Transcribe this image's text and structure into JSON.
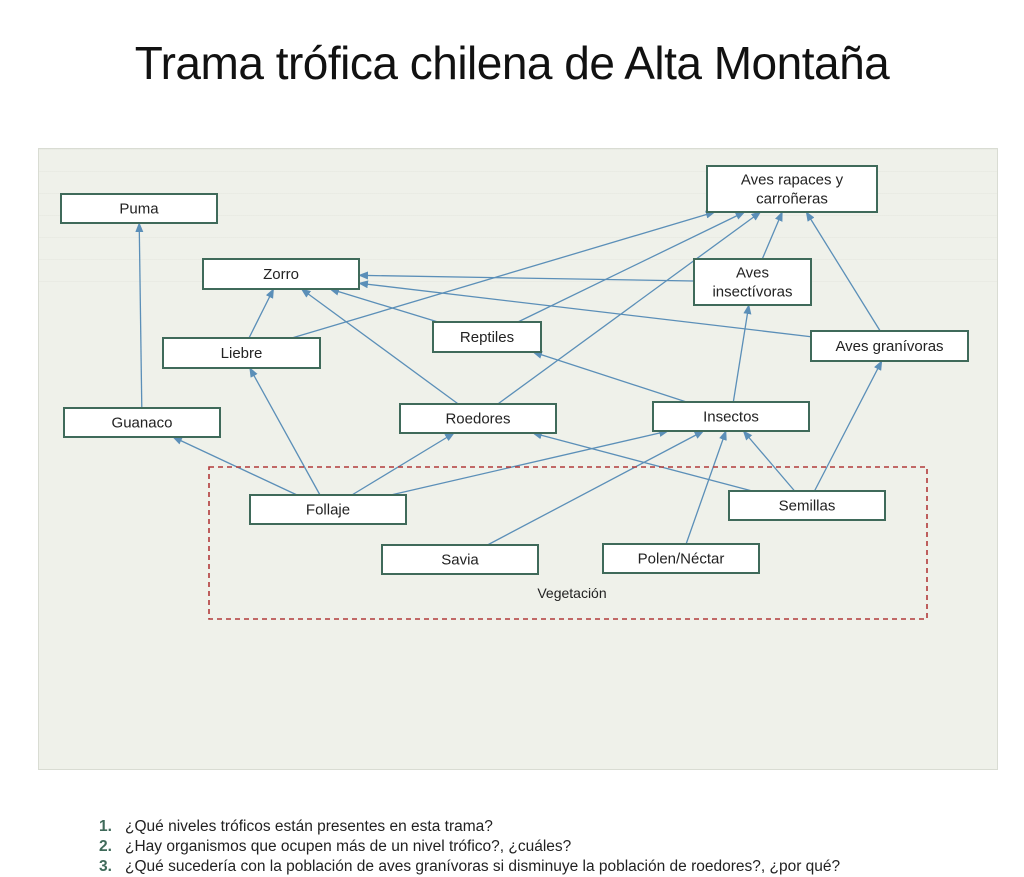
{
  "title": "Trama trófica chilena de Alta Montaña",
  "vegetation_label": "Vegetación",
  "nodes": [
    {
      "id": "puma",
      "label": "Puma"
    },
    {
      "id": "aves_rapaces",
      "label": "Aves rapaces y\ncarroñeras"
    },
    {
      "id": "zorro",
      "label": "Zorro"
    },
    {
      "id": "aves_insect",
      "label": "Aves\ninsectívoras"
    },
    {
      "id": "reptiles",
      "label": "Reptiles"
    },
    {
      "id": "liebre",
      "label": "Liebre"
    },
    {
      "id": "aves_gran",
      "label": "Aves granívoras"
    },
    {
      "id": "guanaco",
      "label": "Guanaco"
    },
    {
      "id": "roedores",
      "label": "Roedores"
    },
    {
      "id": "insectos",
      "label": "Insectos"
    },
    {
      "id": "follaje",
      "label": "Follaje"
    },
    {
      "id": "semillas",
      "label": "Semillas"
    },
    {
      "id": "savia",
      "label": "Savia"
    },
    {
      "id": "polen",
      "label": "Polen/Néctar"
    }
  ],
  "edges": [
    [
      "guanaco",
      "puma"
    ],
    [
      "liebre",
      "zorro"
    ],
    [
      "liebre",
      "aves_rapaces"
    ],
    [
      "roedores",
      "zorro"
    ],
    [
      "roedores",
      "aves_rapaces"
    ],
    [
      "reptiles",
      "zorro"
    ],
    [
      "reptiles",
      "aves_rapaces"
    ],
    [
      "aves_insect",
      "zorro"
    ],
    [
      "aves_insect",
      "aves_rapaces"
    ],
    [
      "aves_gran",
      "zorro"
    ],
    [
      "aves_gran",
      "aves_rapaces"
    ],
    [
      "insectos",
      "reptiles"
    ],
    [
      "insectos",
      "aves_insect"
    ],
    [
      "follaje",
      "liebre"
    ],
    [
      "follaje",
      "guanaco"
    ],
    [
      "follaje",
      "roedores"
    ],
    [
      "follaje",
      "insectos"
    ],
    [
      "semillas",
      "roedores"
    ],
    [
      "semillas",
      "insectos"
    ],
    [
      "semillas",
      "aves_gran"
    ],
    [
      "savia",
      "insectos"
    ],
    [
      "polen",
      "insectos"
    ]
  ],
  "questions": [
    {
      "num": "1.",
      "text": "¿Qué niveles tróficos están presentes en esta trama?"
    },
    {
      "num": "2.",
      "text": "¿Hay organismos que ocupen más de un nivel trófico?, ¿cuáles?"
    },
    {
      "num": "3.",
      "text": "¿Qué sucedería con la población de aves granívoras si disminuye la población de roedores?, ¿por qué?"
    }
  ],
  "colors": {
    "node_border": "#3f6a5a",
    "arrow": "#5b8fb8",
    "vegetation_border": "#b23a3a"
  }
}
